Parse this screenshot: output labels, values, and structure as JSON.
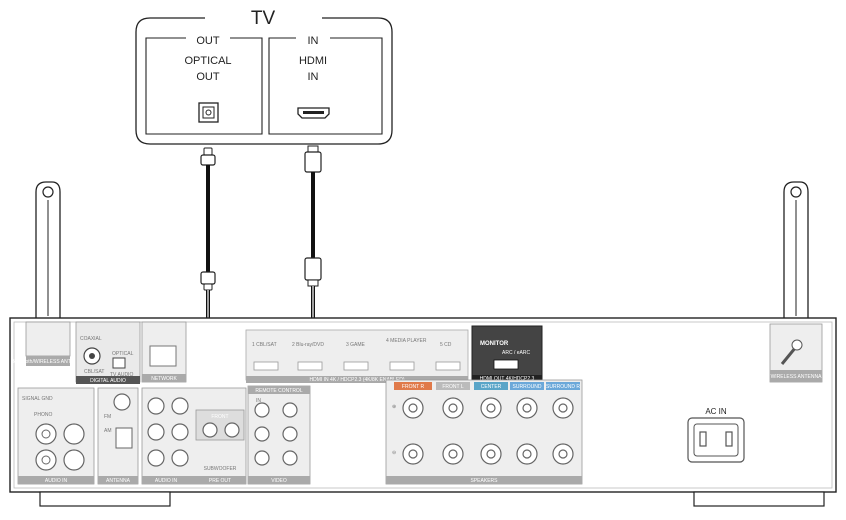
{
  "tv": {
    "title": "TV",
    "out_header": "OUT",
    "out_label_line1": "OPTICAL",
    "out_label_line2": "OUT",
    "in_header": "IN",
    "in_label_line1": "HDMI",
    "in_label_line2": "IN"
  },
  "receiver": {
    "coaxial": "COAXIAL",
    "cbl_sat": "CBL/SAT",
    "optical": "OPTICAL",
    "tv_audio": "TV AUDIO",
    "digital_audio": "DIGITAL AUDIO",
    "network": "NETWORK",
    "hdmi_inputs": [
      "1 CBL/SAT",
      "2 Blu-ray/DVD",
      "3 GAME",
      "4 MEDIA PLAYER",
      "5 CD"
    ],
    "hdmi_in_caption": "HDMI IN 4K / HDCP2.3 (4K/8K ENABLED)",
    "monitor": "MONITOR",
    "arc_earc": "ARC / eARC",
    "hdmi_out_caption": "HDMI OUT 4K/HDCP2.3",
    "signal_gnd": "SIGNAL GND",
    "phono": "PHONO",
    "audio_in": "AUDIO IN",
    "antenna": "ANTENNA",
    "fm": "FM",
    "am": "AM",
    "audio_in_2": "AUDIO IN",
    "front": "FRONT",
    "pre_out": "PRE OUT",
    "subwoofer": "SUBWOOFER",
    "remote_control": "REMOTE CONTROL",
    "ir_in": "IN",
    "video": "VIDEO",
    "speakers_caption": "SPEAKERS",
    "front_r": "FRONT R",
    "front_l": "FRONT L",
    "center": "CENTER",
    "surround": "SURROUND",
    "surround_r": "SURROUND R",
    "ac_in": "AC IN",
    "bluetooth_antenna": "Bluetooth/WIRELESS ANTENNA",
    "wireless_antenna": "WIRELESS ANTENNA"
  },
  "colors": {
    "line": "#222222",
    "panel": "#e6e6e6",
    "dark": "#333333",
    "front_tag": "#e07a4a",
    "center_tag": "#5aa5c8",
    "surround_tag": "#6ba8d9"
  }
}
